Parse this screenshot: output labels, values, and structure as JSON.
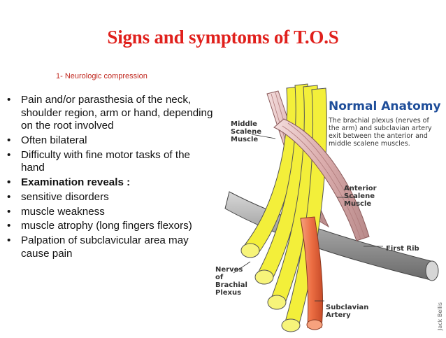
{
  "slide": {
    "title": "Signs and symptoms of T.O.S",
    "subtitle": "1- Neurologic compression",
    "bullets": [
      {
        "text": "Pain and/or parasthesia of the neck, shoulder region, arm or hand, depending on the root involved"
      },
      {
        "text": "Often bilateral"
      },
      {
        "text": "Difficulty with fine motor tasks of the hand"
      },
      {
        "text": "Examination reveals :"
      },
      {
        "text": "sensitive disorders"
      },
      {
        "text": "muscle weakness"
      },
      {
        "text": "muscle atrophy (long fingers flexors)"
      },
      {
        "text": "Palpation of subclavicular area may cause pain"
      }
    ]
  },
  "figure": {
    "heading": "Normal Anatomy",
    "caption": [
      "The brachial plexus (nerves of",
      "the arm) and subclavian artery",
      "exit between the anterior and",
      "middle scalene muscles."
    ],
    "labels": {
      "middle_scalene": [
        "Middle",
        "Scalene",
        "Muscle"
      ],
      "anterior_scalene": [
        "Anterior",
        "Scalene",
        "Muscle"
      ],
      "first_rib": "First Rib",
      "nerves": [
        "Nerves",
        "of",
        "Brachial",
        "Plexus"
      ],
      "artery": [
        "Subclavian",
        "Artery"
      ],
      "credit": "Jack Bellis"
    },
    "colors": {
      "heading": "#1f4e9a",
      "nerve": "#f3ef3a",
      "artery": "#ef7b4e",
      "muscle": "#e8c6c6",
      "rib": "#9a9a9a"
    }
  }
}
